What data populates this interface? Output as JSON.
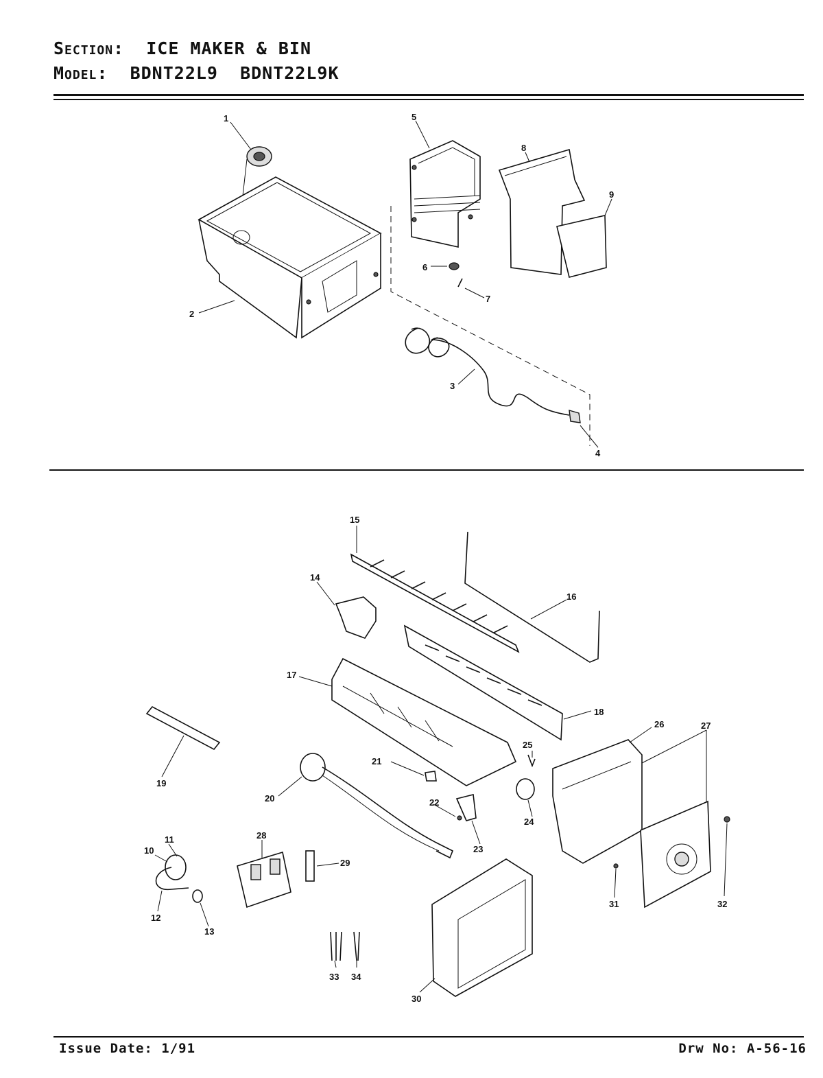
{
  "header": {
    "section_label": "Section:",
    "section_value": "ICE MAKER & BIN",
    "model_label": "Model:",
    "model_value": "BDNT22L9  BDNT22L9K"
  },
  "footer": {
    "issue_date": "Issue Date: 1/91",
    "drawing_number": "Drw No: A-56-16"
  },
  "callouts": [
    "1",
    "2",
    "3",
    "4",
    "5",
    "6",
    "7",
    "8",
    "9",
    "10",
    "11",
    "12",
    "13",
    "14",
    "15",
    "16",
    "17",
    "18",
    "19",
    "20",
    "21",
    "22",
    "23",
    "24",
    "25",
    "26",
    "27",
    "28",
    "29",
    "30",
    "31",
    "32",
    "33",
    "34"
  ]
}
